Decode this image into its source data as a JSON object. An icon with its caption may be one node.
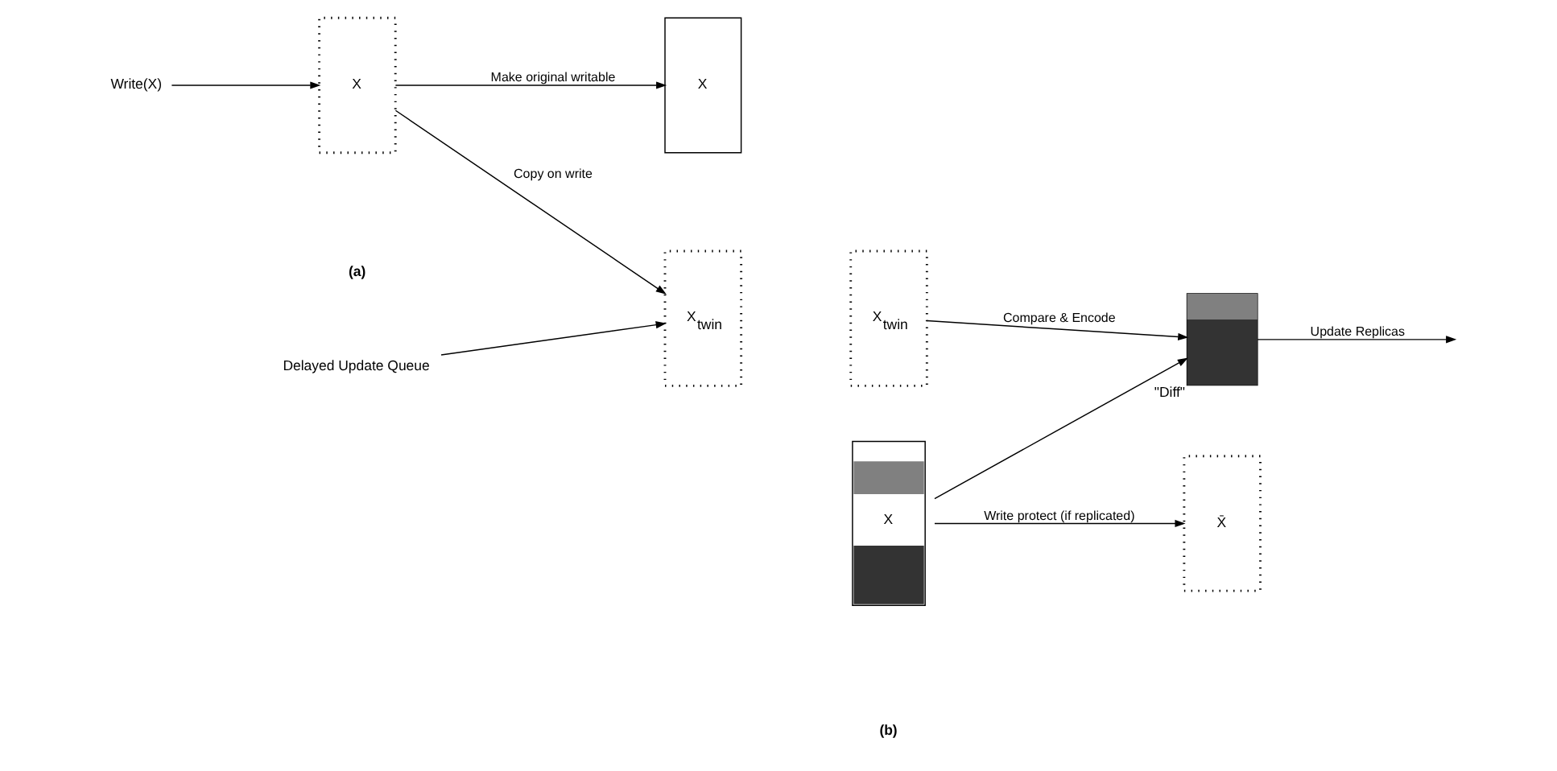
{
  "diagram": {
    "nodes": [
      {
        "text": [
          "Write(X)"
        ]
      },
      {
        "text": [
          "X"
        ]
      },
      {
        "text": [
          "Delayed Update Queue"
        ]
      },
      {
        "text": [
          "X$_{twin}$"
        ]
      },
      {
        "text": [
          "X"
        ]
      },
      {
        "text": [
          "X$_{twin}$"
        ]
      },
      {
        "text": [
          "X"
        ]
      },
      {
        "text": [],
        "shape": "box",
        "beside": [
          "\"Diff\""
        ]
      },
      {
        "text": [
          "X̄"
        ]
      }
    ],
    "edges": [
      {
        "from": 0,
        "to": 1,
        "arrow": "to"
      },
      {
        "from": 2,
        "to": 3,
        "arrow": "to"
      },
      {
        "from": 1,
        "to": 3,
        "arrow": "to",
        "label": "Copy on write"
      },
      {
        "from": 1,
        "to": 4,
        "arrow": "to",
        "label": "Make original writable"
      },
      {
        "from": 5,
        "to": 7,
        "arrow": "to",
        "label": "Compare & Encode"
      },
      {
        "from": 6,
        "to": 7,
        "arrow": "to"
      },
      {
        "from": 6,
        "to": 8,
        "arrow": "to",
        "label": "Write protect (if replicated)"
      },
      {
        "from": 7,
        "to": null,
        "arrow": "to",
        "label": "Update Replicas"
      }
    ],
    "labels": [
      "(a)",
      "(b)"
    ]
  }
}
